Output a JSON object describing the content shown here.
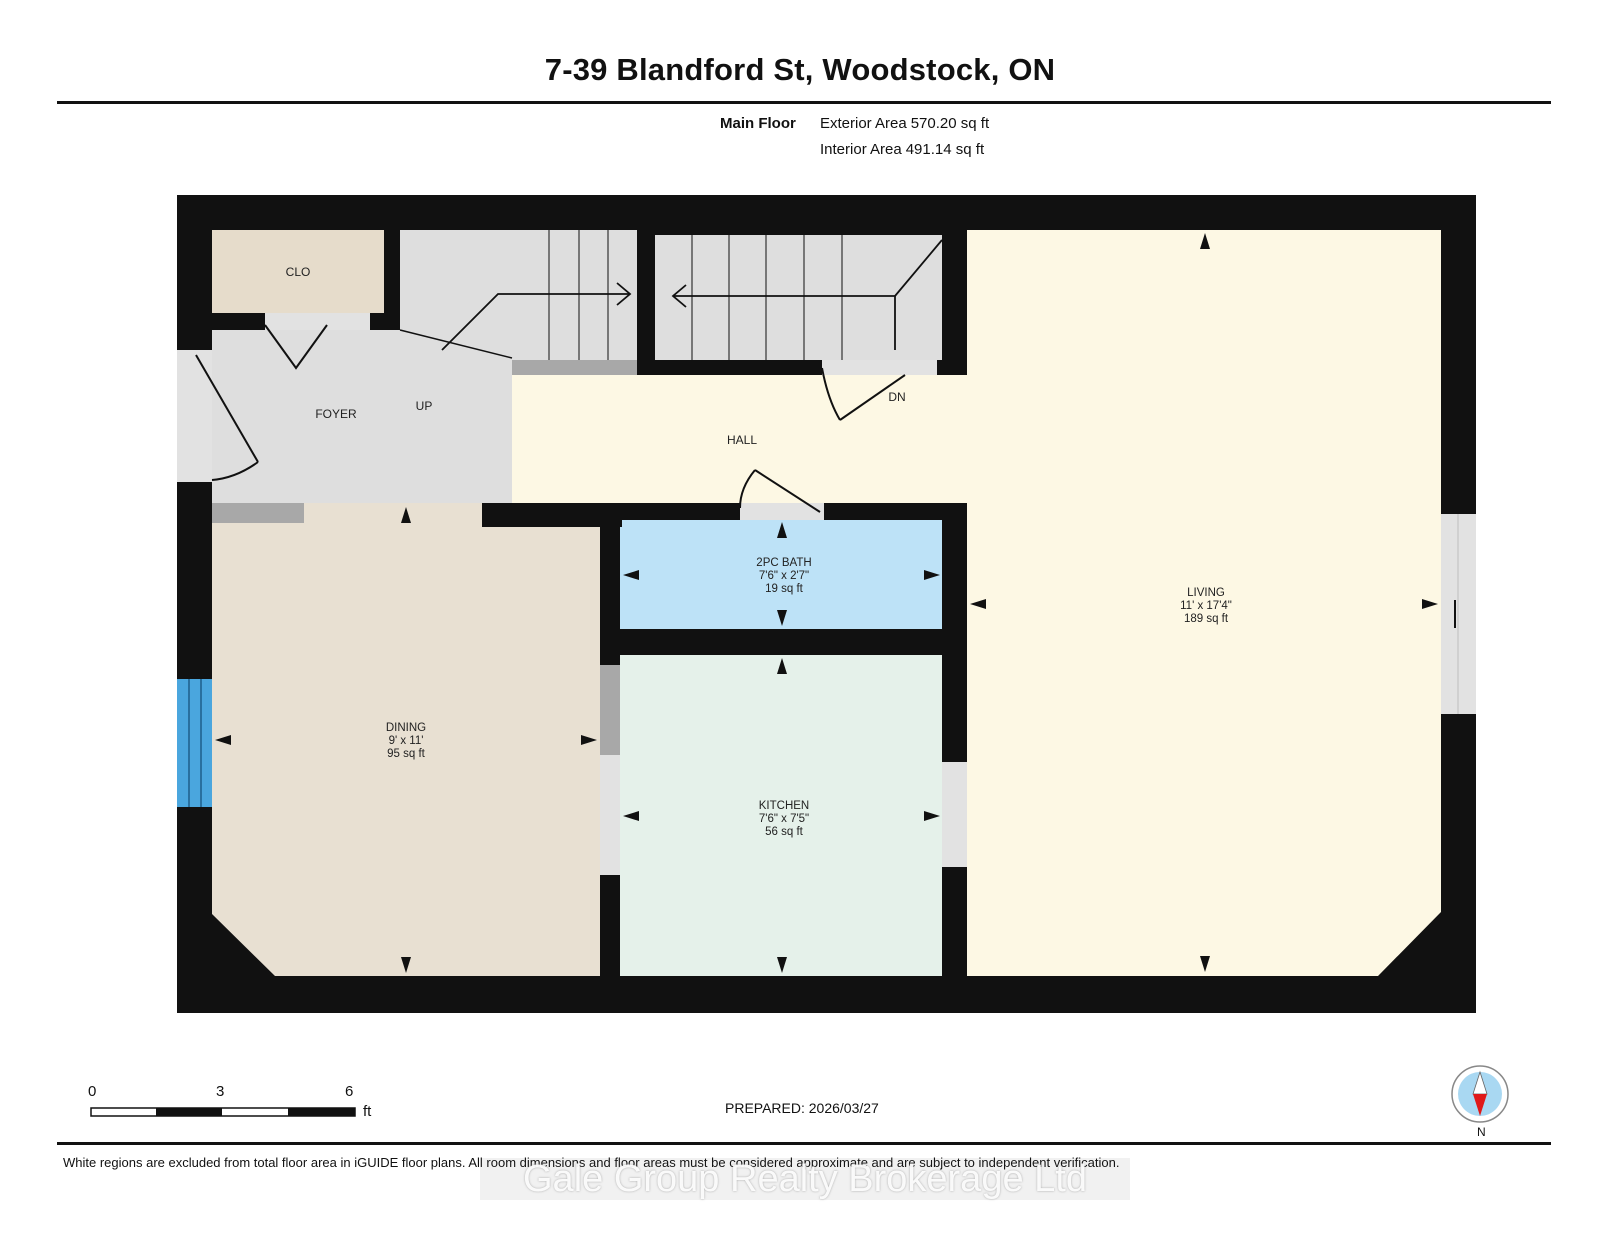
{
  "title": "7-39 Blandford St, Woodstock, ON",
  "header": {
    "floor": "Main Floor",
    "exterior_label": "Exterior Area",
    "exterior_value": "570.20 sq ft",
    "interior_label": "Interior Area",
    "interior_value": "491.14 sq ft"
  },
  "rooms": {
    "clo": {
      "name": "CLO"
    },
    "foyer": {
      "name": "FOYER"
    },
    "up": {
      "name": "UP"
    },
    "hall": {
      "name": "HALL"
    },
    "dn": {
      "name": "DN"
    },
    "bath": {
      "name": "2PC BATH",
      "dims": "7'6\" x 2'7\"",
      "area": "19 sq ft"
    },
    "living": {
      "name": "LIVING",
      "dims": "11' x 17'4\"",
      "area": "189 sq ft"
    },
    "dining": {
      "name": "DINING",
      "dims": "9' x 11'",
      "area": "95 sq ft"
    },
    "kitchen": {
      "name": "KITCHEN",
      "dims": "7'6\" x 7'5\"",
      "area": "56 sq ft"
    }
  },
  "colors": {
    "wall": "#111111",
    "clo": "#e6dccb",
    "foyer": "#dedede",
    "hall": "#fdf8e4",
    "living": "#fdf8e4",
    "bath": "#bde2f7",
    "kitchen": "#e5f1ea",
    "dining": "#e8e0d2",
    "window": "#4aa6de",
    "door_gap": "#e2e2e2"
  },
  "scale": {
    "ticks": [
      "0",
      "3",
      "6"
    ],
    "unit": "ft"
  },
  "prepared": "PREPARED: 2026/03/27",
  "disclaimer": "White regions are excluded from total floor area in iGUIDE floor plans. All room dimensions and floor areas must be considered approximate and are subject to independent verification.",
  "watermark": "Gale Group Realty Brokerage Ltd",
  "compass": {
    "label": "N"
  }
}
